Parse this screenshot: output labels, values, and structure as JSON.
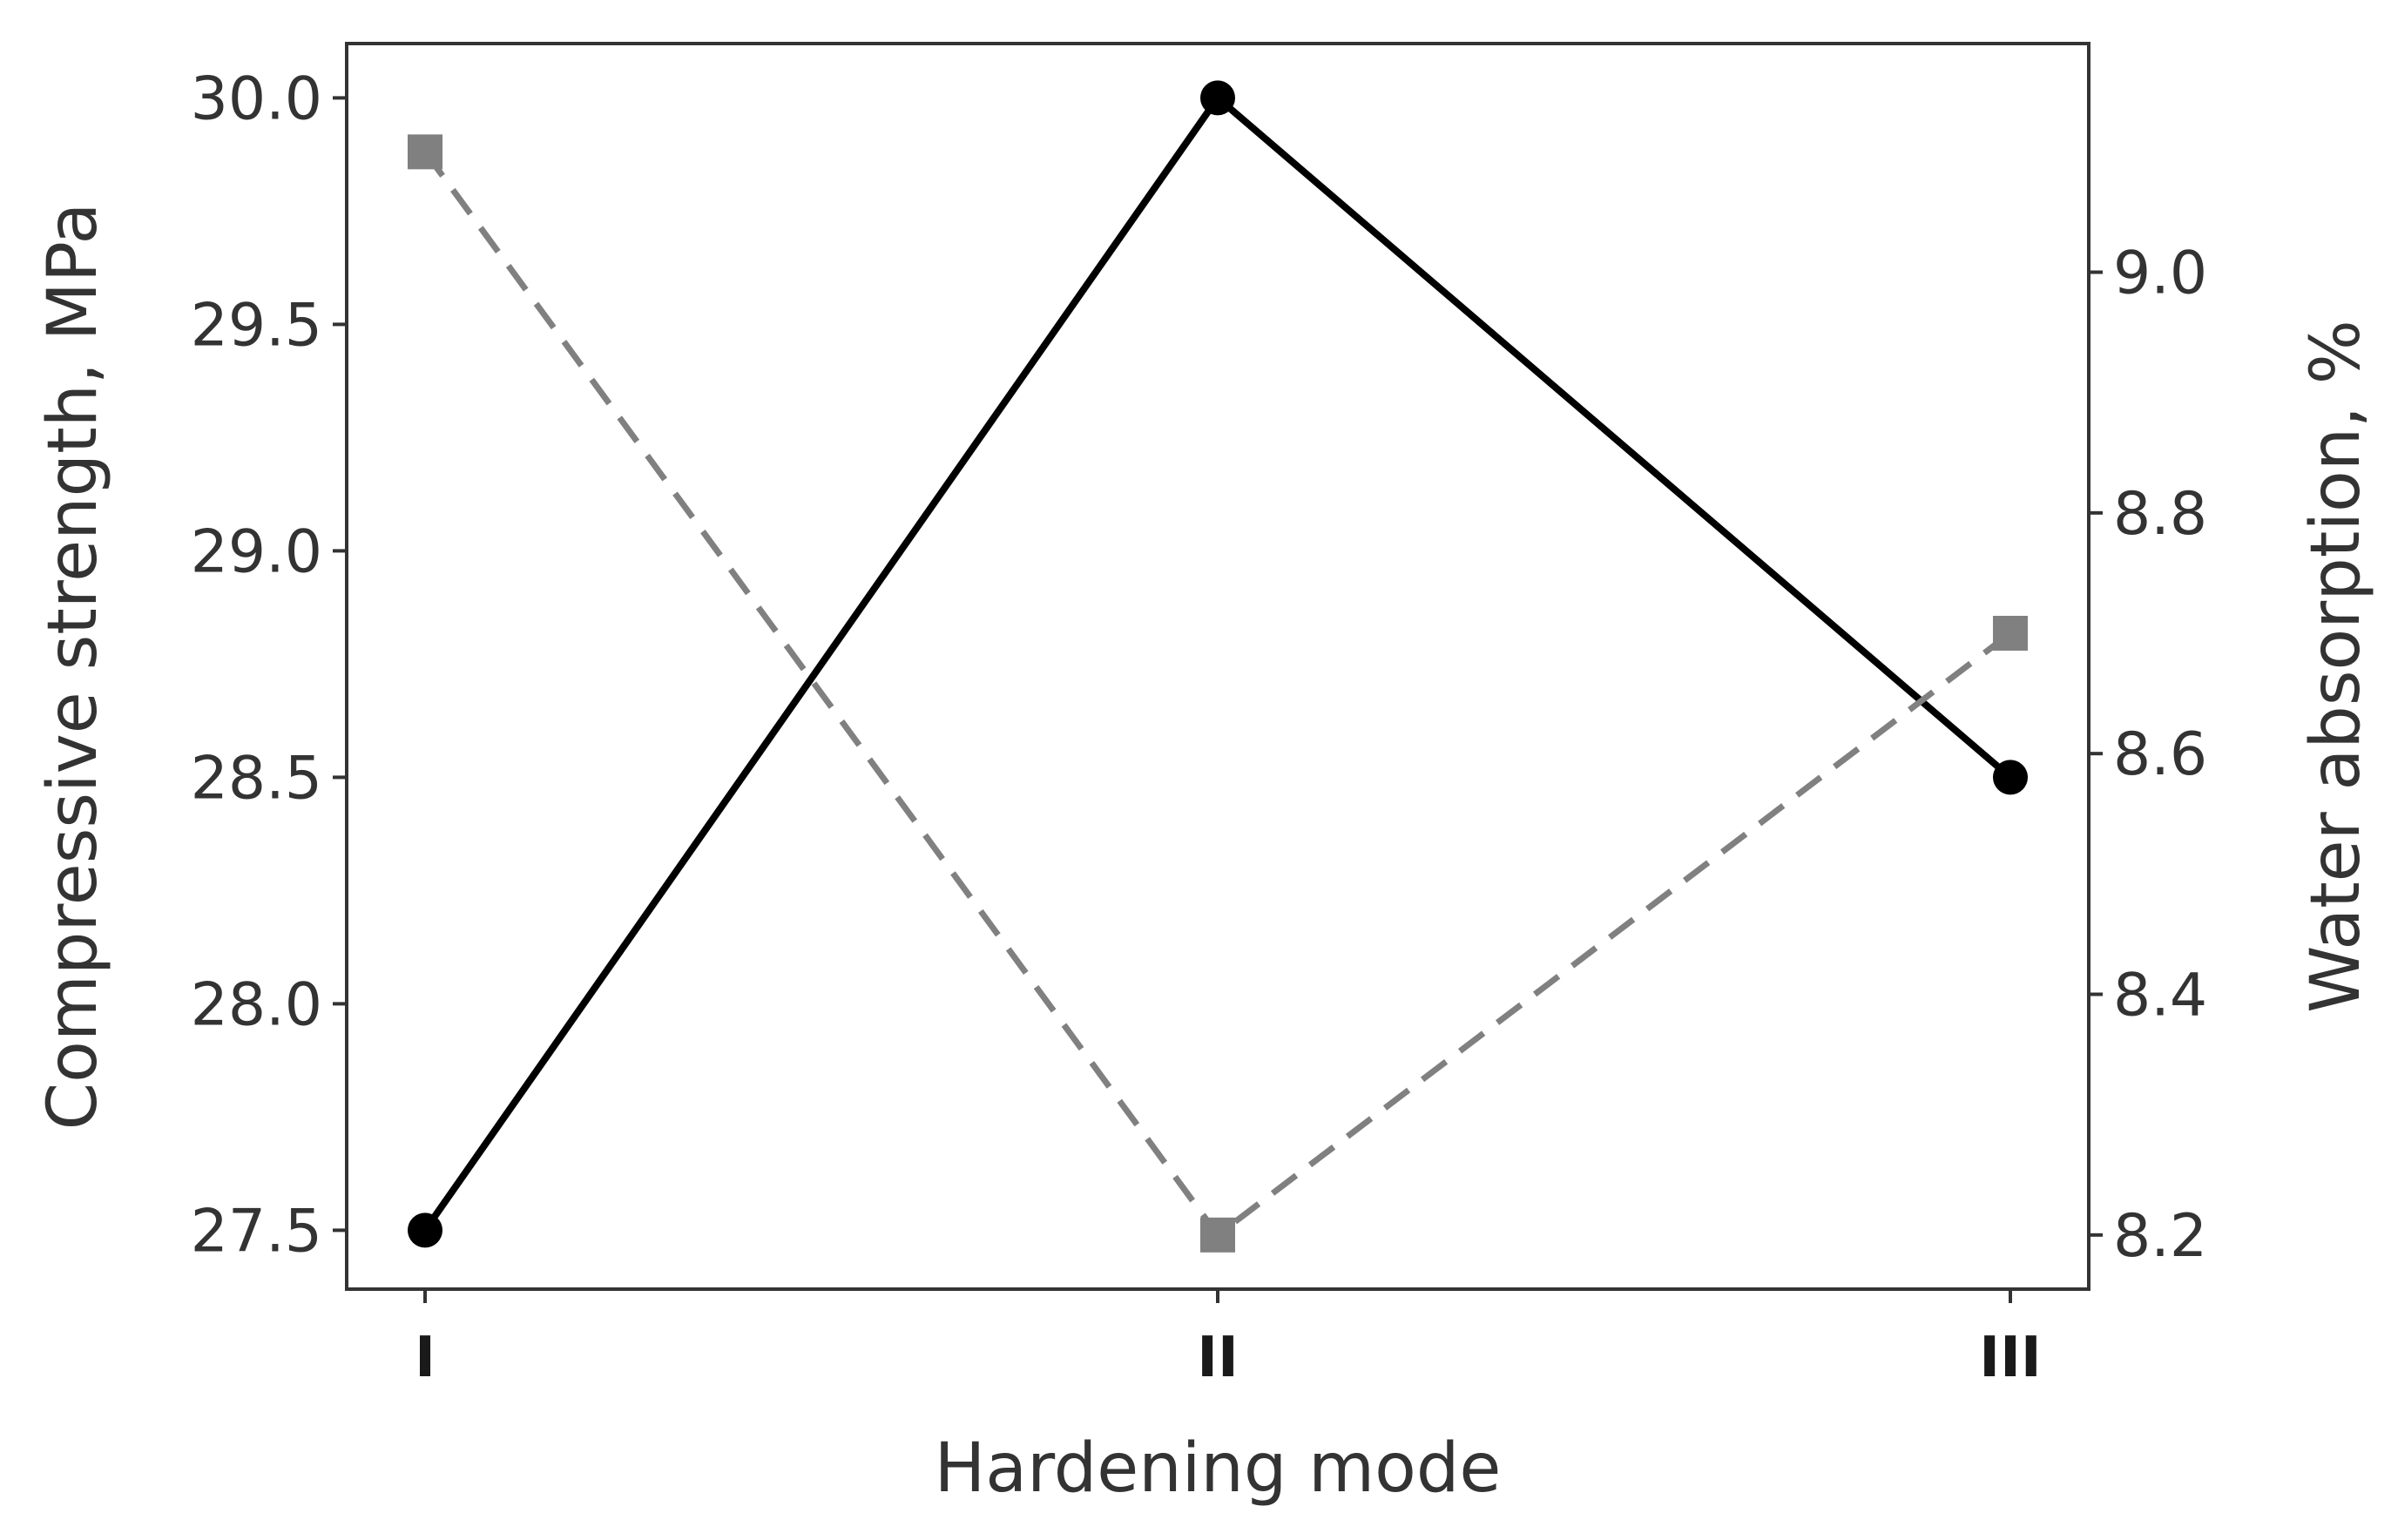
{
  "chart_data": {
    "type": "line",
    "xlabel": "Hardening mode",
    "ylabel": "Compressive strength, MPa",
    "y2label": "Water absorption, %",
    "categories": [
      "I",
      "II",
      "III"
    ],
    "ylim": [
      27.37,
      30.12
    ],
    "y2lim": [
      8.155,
      9.19
    ],
    "yticks": [
      {
        "value": 27.5,
        "label": "27.5"
      },
      {
        "value": 28.0,
        "label": "28.0"
      },
      {
        "value": 28.5,
        "label": "28.5"
      },
      {
        "value": 29.0,
        "label": "29.0"
      },
      {
        "value": 29.5,
        "label": "29.5"
      },
      {
        "value": 30.0,
        "label": "30.0"
      }
    ],
    "y2ticks": [
      {
        "value": 8.2,
        "label": "8.2"
      },
      {
        "value": 8.4,
        "label": "8.4"
      },
      {
        "value": 8.6,
        "label": "8.6"
      },
      {
        "value": 8.8,
        "label": "8.8"
      },
      {
        "value": 9.0,
        "label": "9.0"
      }
    ],
    "grid": false,
    "series": [
      {
        "axis": "left",
        "values": [
          27.5,
          30.0,
          28.5
        ],
        "color": "#000000",
        "line_style": "solid",
        "marker": "circle"
      },
      {
        "axis": "right",
        "values": [
          9.1,
          8.2,
          8.7
        ],
        "color": "#808080",
        "line_style": "dashed",
        "marker": "square"
      }
    ]
  }
}
